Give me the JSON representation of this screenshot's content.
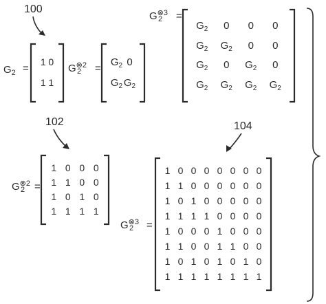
{
  "reference_labels": [
    "100",
    "102",
    "104"
  ],
  "eq_top": {
    "lhs": {
      "base": "G",
      "sub": "2"
    },
    "m2x2": [
      [
        "1",
        "0"
      ],
      [
        "1",
        "1"
      ]
    ],
    "lhs_kron2": {
      "base": "G",
      "sub": "2",
      "sup": "⊗2"
    },
    "m_g_2x2": [
      [
        {
          "t": "G",
          "s": "2"
        },
        {
          "t": "0",
          "s": ""
        }
      ],
      [
        {
          "t": "G",
          "s": "2"
        },
        {
          "t": "G",
          "s": "2"
        }
      ]
    ],
    "lhs_kron3": {
      "base": "G",
      "sub": "2",
      "sup": "⊗3"
    },
    "m_g_4x4": [
      [
        {
          "t": "G",
          "s": "2"
        },
        {
          "t": "0",
          "s": ""
        },
        {
          "t": "0",
          "s": ""
        },
        {
          "t": "0",
          "s": ""
        }
      ],
      [
        {
          "t": "G",
          "s": "2"
        },
        {
          "t": "G",
          "s": "2"
        },
        {
          "t": "0",
          "s": ""
        },
        {
          "t": "0",
          "s": ""
        }
      ],
      [
        {
          "t": "G",
          "s": "2"
        },
        {
          "t": "0",
          "s": ""
        },
        {
          "t": "G",
          "s": "2"
        },
        {
          "t": "0",
          "s": ""
        }
      ],
      [
        {
          "t": "G",
          "s": "2"
        },
        {
          "t": "G",
          "s": "2"
        },
        {
          "t": "G",
          "s": "2"
        },
        {
          "t": "G",
          "s": "2"
        }
      ]
    ]
  },
  "eq_102": {
    "lhs": {
      "base": "G",
      "sub": "2",
      "sup": "⊗2"
    },
    "matrix": [
      [
        "1",
        "0",
        "0",
        "0"
      ],
      [
        "1",
        "1",
        "0",
        "0"
      ],
      [
        "1",
        "0",
        "1",
        "0"
      ],
      [
        "1",
        "1",
        "1",
        "1"
      ]
    ]
  },
  "eq_104": {
    "lhs": {
      "base": "G",
      "sub": "2",
      "sup": "⊗3"
    },
    "matrix": [
      [
        "1",
        "0",
        "0",
        "0",
        "0",
        "0",
        "0",
        "0"
      ],
      [
        "1",
        "1",
        "0",
        "0",
        "0",
        "0",
        "0",
        "0"
      ],
      [
        "1",
        "0",
        "1",
        "0",
        "0",
        "0",
        "0",
        "0"
      ],
      [
        "1",
        "1",
        "1",
        "1",
        "0",
        "0",
        "0",
        "0"
      ],
      [
        "1",
        "0",
        "0",
        "0",
        "1",
        "0",
        "0",
        "0"
      ],
      [
        "1",
        "1",
        "0",
        "0",
        "1",
        "1",
        "0",
        "0"
      ],
      [
        "1",
        "0",
        "1",
        "0",
        "1",
        "0",
        "1",
        "0"
      ],
      [
        "1",
        "1",
        "1",
        "1",
        "1",
        "1",
        "1",
        "1"
      ]
    ]
  },
  "symbols": {
    "equals": "="
  }
}
